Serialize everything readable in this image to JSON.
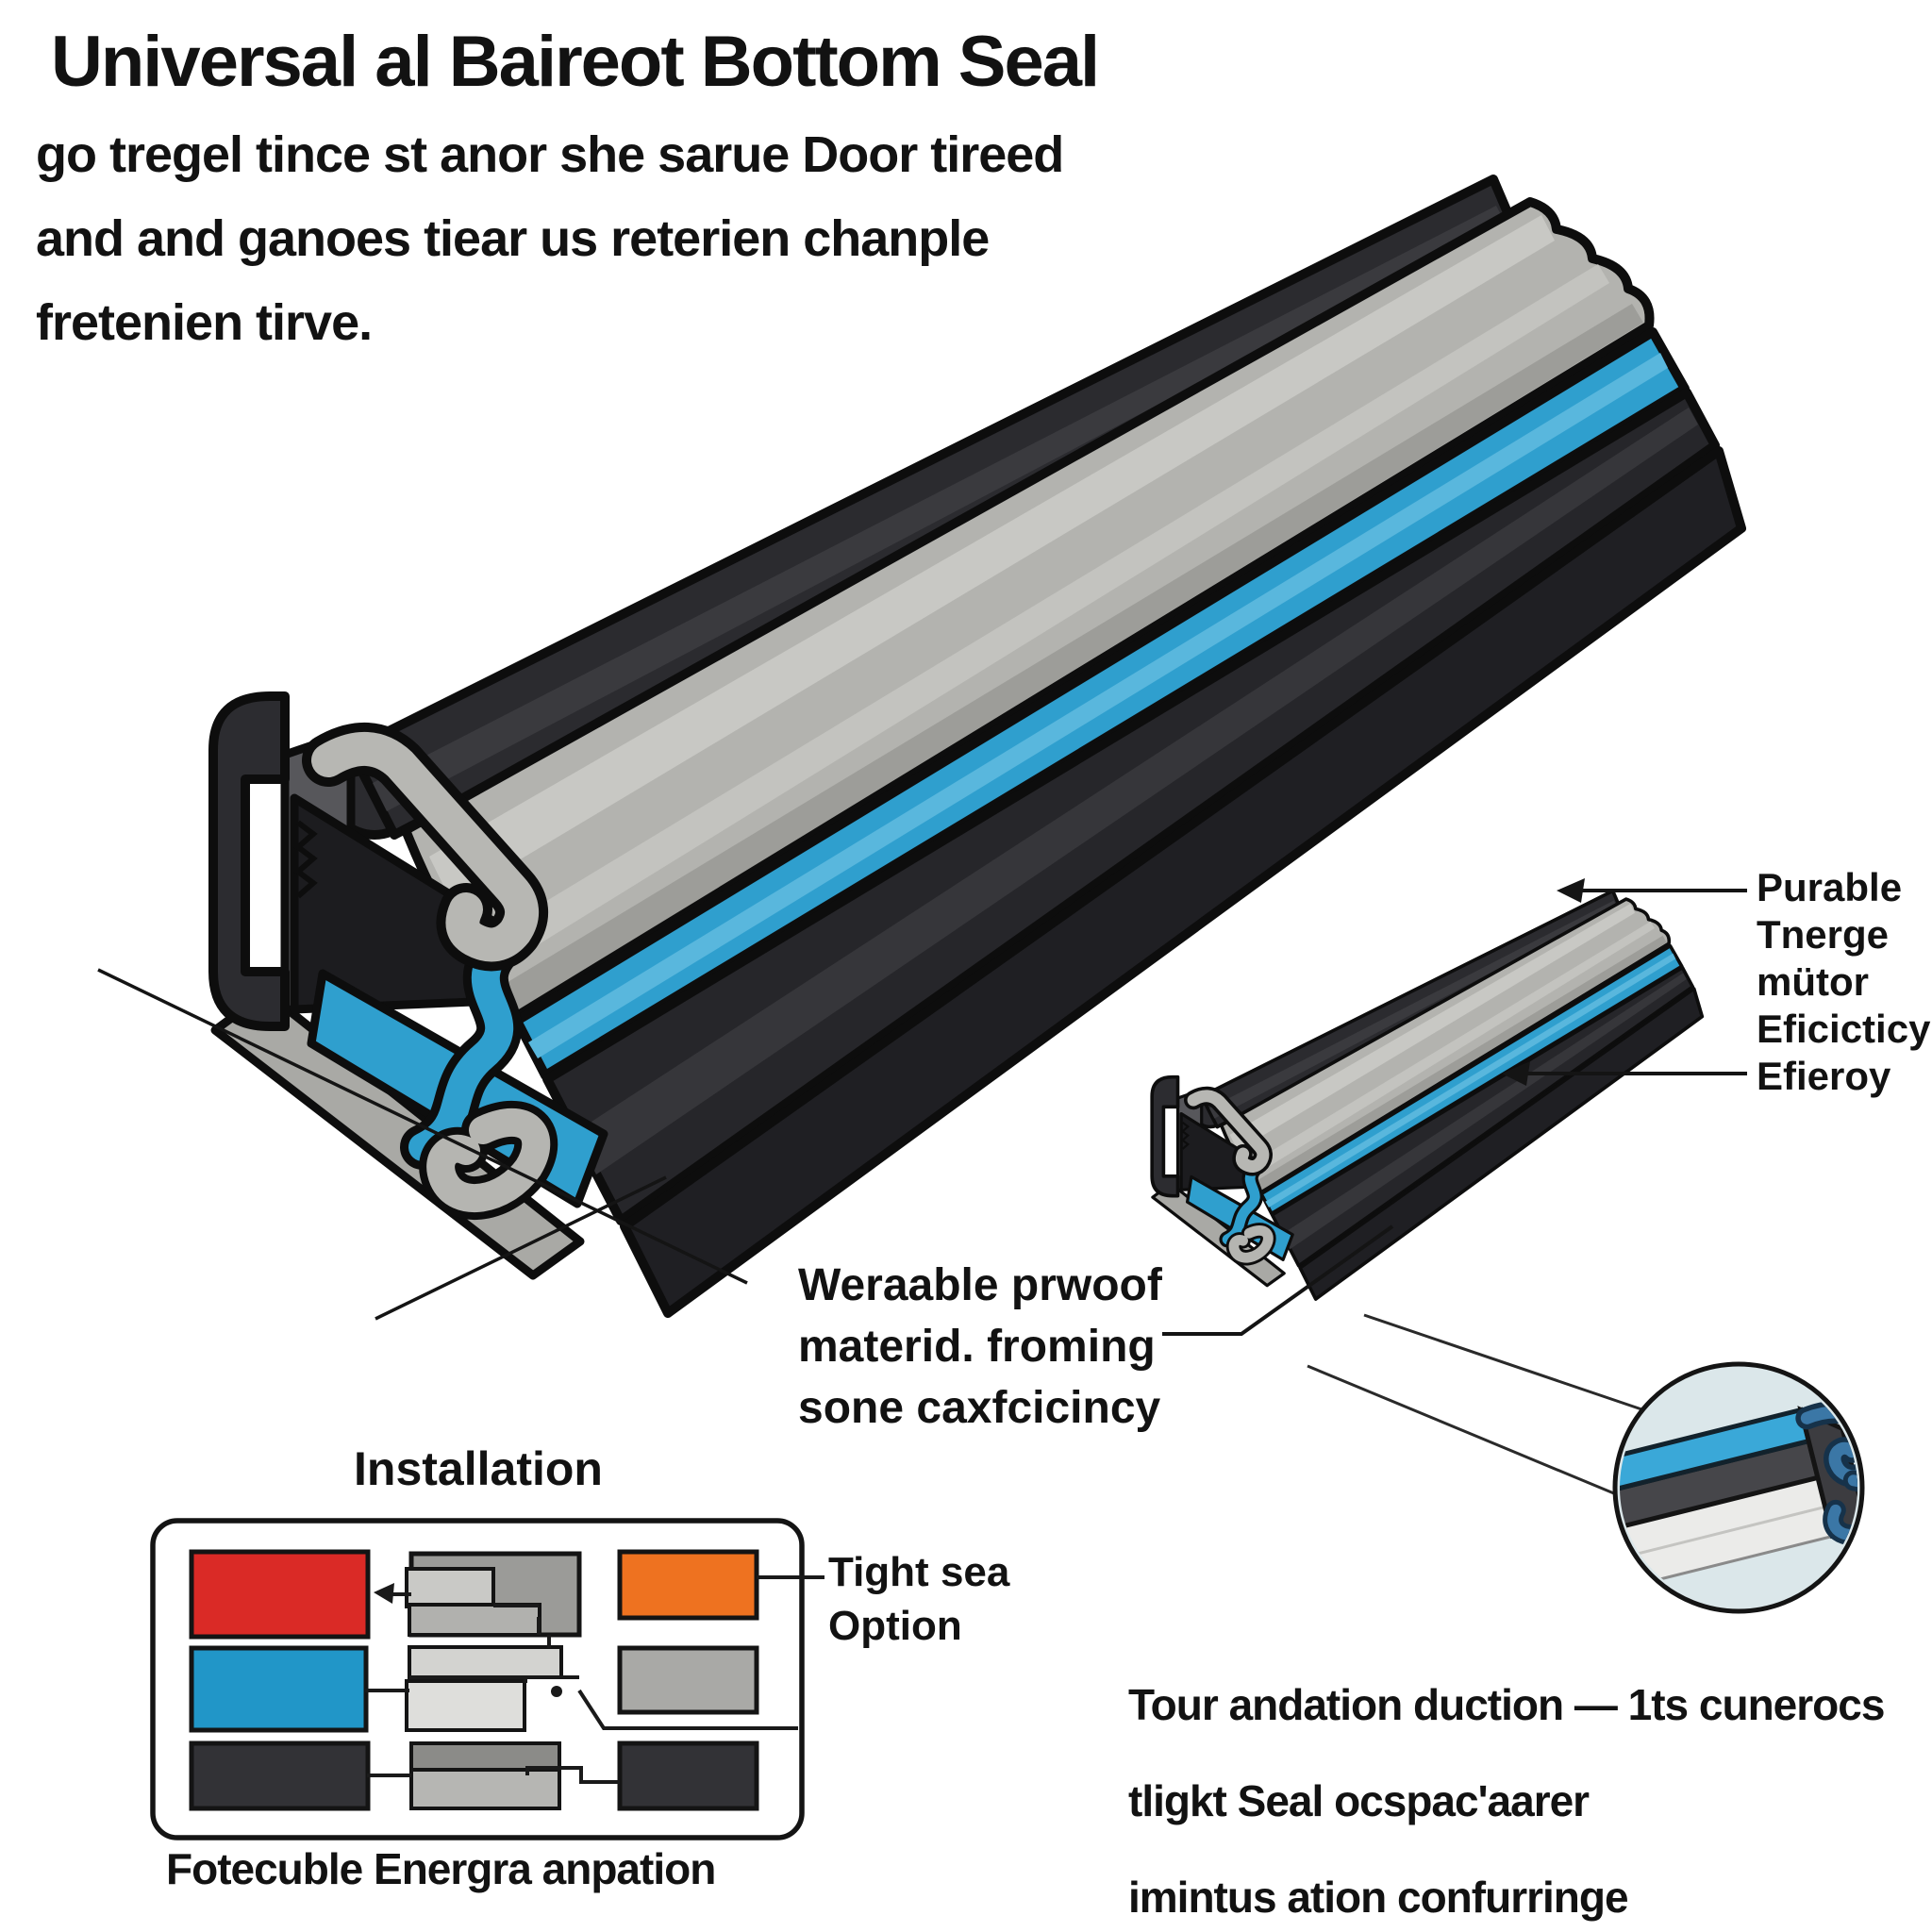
{
  "title": "Universal al Baireot Bottom Seal",
  "subtitle": [
    "go tregel tince st anor she sarue Door tireed",
    "and and ganoes tiear us reterien chanple",
    "fretenien tirve."
  ],
  "seal_labels": {
    "lines": [
      "Purable",
      "Tnerge",
      "mütor",
      "Eficicticy",
      "Efieroy"
    ]
  },
  "material_callout": {
    "lines": [
      "Weraable prwoof",
      "materid. froming",
      "sone caxfcicincy"
    ]
  },
  "installation": {
    "heading": "Installation",
    "side_label": [
      "Tight sea",
      "Option"
    ],
    "caption": "Fotecuble Energra anpation"
  },
  "description": {
    "lines": [
      "Tour andation duction — 1ts cunerocs",
      "tligkt Seal ocspac'aarer",
      "imintus ation confurringe"
    ]
  },
  "colors": {
    "rubber_dark": "#26262a",
    "rail_black": "#2b2b2f",
    "aluminum_gray": "#b3b3af",
    "insert_blue": "#2f9fce",
    "panel_red": "#da2a26",
    "panel_blue": "#2196c8",
    "panel_orange": "#ee7220",
    "panel_dark": "#323236",
    "inset_background": "#dbe7ea",
    "line_black": "#141414"
  }
}
